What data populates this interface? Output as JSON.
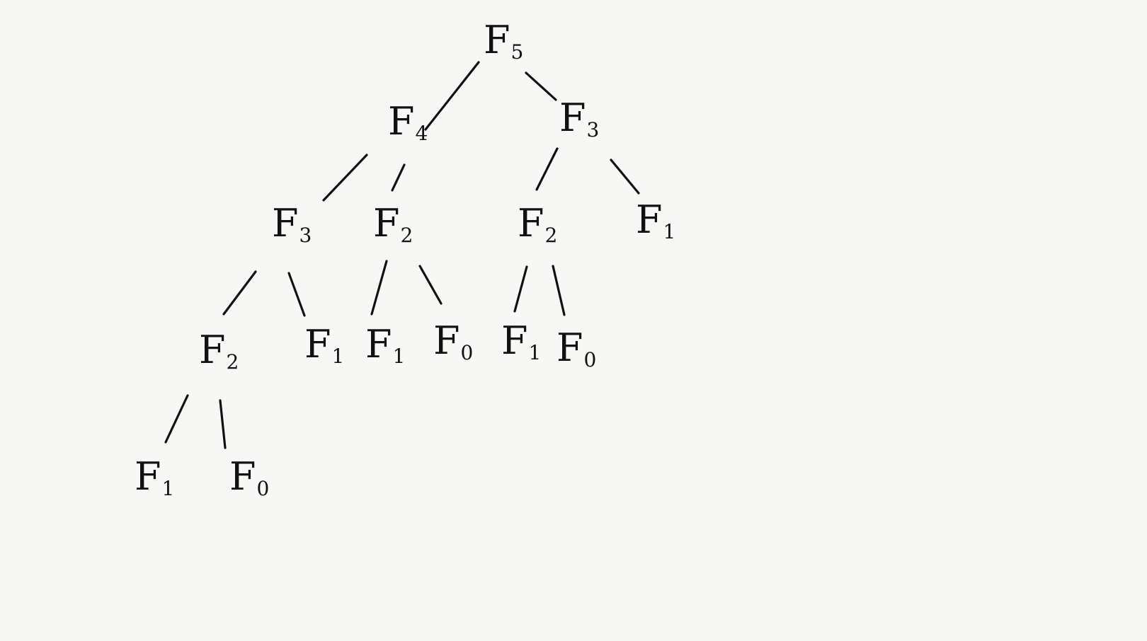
{
  "diagram": {
    "type": "tree",
    "nodes": [
      {
        "id": "n0",
        "letter": "F",
        "index": "5"
      },
      {
        "id": "n1",
        "letter": "F",
        "index": "4"
      },
      {
        "id": "n2",
        "letter": "F",
        "index": "3"
      },
      {
        "id": "n3",
        "letter": "F",
        "index": "3"
      },
      {
        "id": "n4",
        "letter": "F",
        "index": "2"
      },
      {
        "id": "n5",
        "letter": "F",
        "index": "2"
      },
      {
        "id": "n6",
        "letter": "F",
        "index": "1"
      },
      {
        "id": "n7",
        "letter": "F",
        "index": "2"
      },
      {
        "id": "n8",
        "letter": "F",
        "index": "1"
      },
      {
        "id": "n9",
        "letter": "F",
        "index": "1"
      },
      {
        "id": "n10",
        "letter": "F",
        "index": "0"
      },
      {
        "id": "n11",
        "letter": "F",
        "index": "1"
      },
      {
        "id": "n12",
        "letter": "F",
        "index": "0"
      },
      {
        "id": "n13",
        "letter": "F",
        "index": "1"
      },
      {
        "id": "n14",
        "letter": "F",
        "index": "0"
      }
    ],
    "edges": [
      [
        "n0",
        "n1"
      ],
      [
        "n0",
        "n2"
      ],
      [
        "n1",
        "n3"
      ],
      [
        "n1",
        "n4"
      ],
      [
        "n2",
        "n5"
      ],
      [
        "n2",
        "n6"
      ],
      [
        "n3",
        "n7"
      ],
      [
        "n3",
        "n8"
      ],
      [
        "n4",
        "n9"
      ],
      [
        "n4",
        "n10"
      ],
      [
        "n5",
        "n11"
      ],
      [
        "n5",
        "n12"
      ],
      [
        "n7",
        "n13"
      ],
      [
        "n7",
        "n14"
      ]
    ]
  }
}
